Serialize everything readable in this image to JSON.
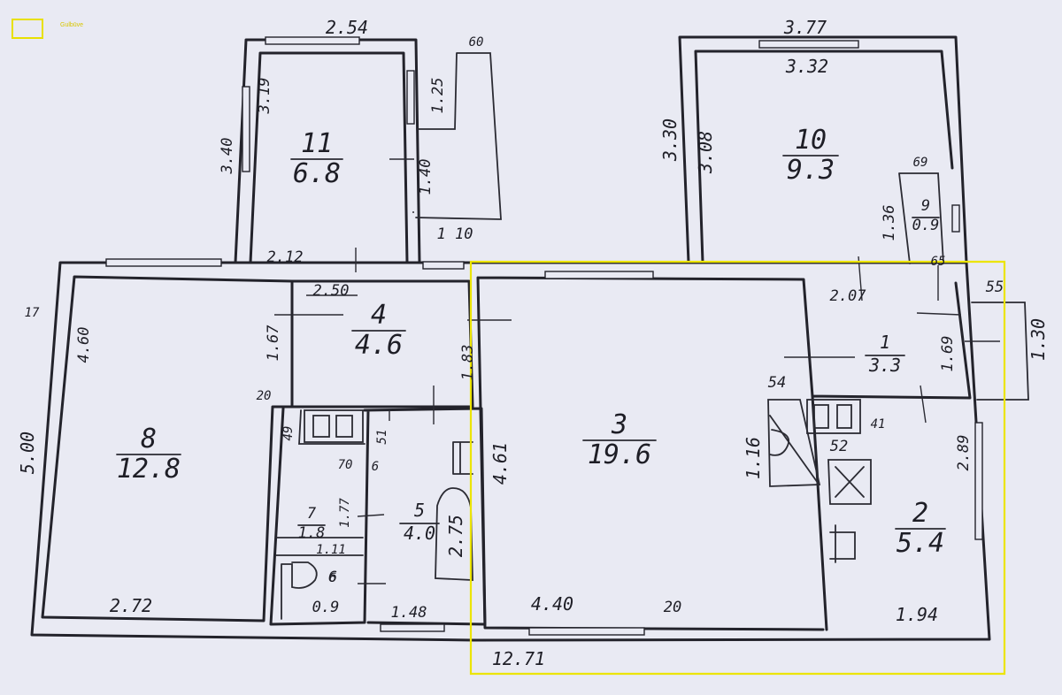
{
  "legend": {
    "label": "Gulbūve",
    "color": "#e8e000"
  },
  "highlight_color": "#ece400",
  "rooms": [
    {
      "id": "room-1",
      "number": "1",
      "area": "3.3"
    },
    {
      "id": "room-2",
      "number": "2",
      "area": "5.4"
    },
    {
      "id": "room-3",
      "number": "3",
      "area": "19.6"
    },
    {
      "id": "room-4",
      "number": "4",
      "area": "4.6"
    },
    {
      "id": "room-5",
      "number": "5",
      "area": "4.0"
    },
    {
      "id": "room-6",
      "number": "6",
      "area": "0.9"
    },
    {
      "id": "room-7",
      "number": "7",
      "area": "1.8"
    },
    {
      "id": "room-8",
      "number": "8",
      "area": "12.8"
    },
    {
      "id": "room-9",
      "number": "9",
      "area": "0.9"
    },
    {
      "id": "room-10",
      "number": "10",
      "area": "9.3"
    },
    {
      "id": "room-11",
      "number": "11",
      "area": "6.8"
    }
  ],
  "dimensions": [
    "2.54",
    "60",
    "1.25",
    "3.19",
    "3.40",
    "1.40",
    "1 10",
    "2.12",
    "3.77",
    "3.32",
    "3.30",
    "3.08",
    "69",
    "1.36",
    "65",
    "55",
    "1.30",
    "2.50",
    "1.67",
    "1.83",
    "20",
    "2.07",
    "1.69",
    "4.60",
    "5.00",
    "17",
    "54",
    "1.16",
    "41",
    "52",
    "2.89",
    "49",
    "51",
    "70",
    "6",
    "1.77",
    "1.11",
    "2.75",
    "4.61",
    "6",
    "1.48",
    "4.40",
    "20",
    "1.94",
    "2.72",
    "12.71"
  ]
}
